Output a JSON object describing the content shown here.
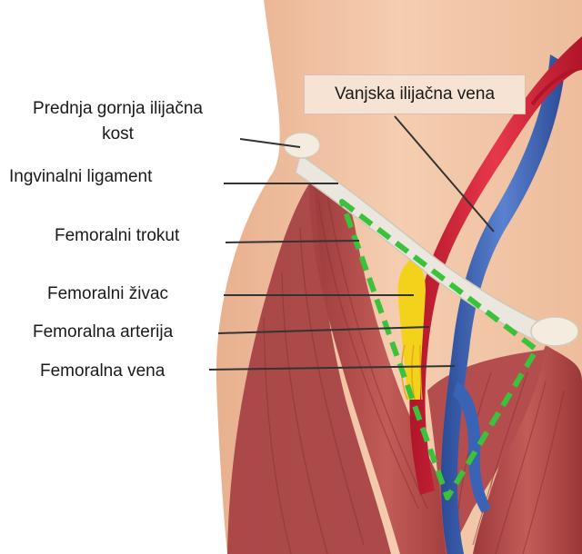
{
  "labels": {
    "asis": "Prednja gornja ilijačna kost",
    "asis_line1": "Prednja gornja ilijačna",
    "asis_line2": "kost",
    "inguinal": "Ingvinalni ligament",
    "triangle": "Femoralni trokut",
    "nerve": "Femoralni živac",
    "artery": "Femoralna arterija",
    "vein": "Femoralna vena",
    "external_iliac_vein": "Vanjska ilijačna vena"
  },
  "colors": {
    "skin": "#f2c4a4",
    "muscle": "#b64a4a",
    "artery": "#d41f35",
    "vein": "#3a62b5",
    "nerve": "#f2d21a",
    "ligament": "#e9e5dc",
    "triangle_outline": "#3cc23a"
  }
}
